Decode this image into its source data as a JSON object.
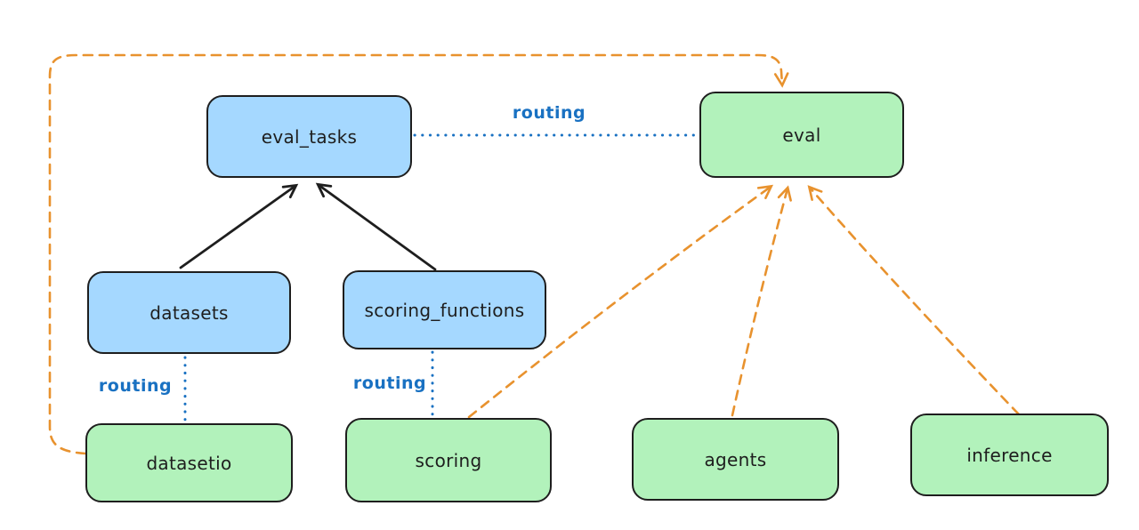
{
  "diagram": {
    "nodes": [
      {
        "id": "eval_tasks",
        "label": "eval_tasks",
        "fill": "blue"
      },
      {
        "id": "eval",
        "label": "eval",
        "fill": "green"
      },
      {
        "id": "datasets",
        "label": "datasets",
        "fill": "blue"
      },
      {
        "id": "scoring_functions",
        "label": "scoring_functions",
        "fill": "blue"
      },
      {
        "id": "datasetio",
        "label": "datasetio",
        "fill": "green"
      },
      {
        "id": "scoring",
        "label": "scoring",
        "fill": "green"
      },
      {
        "id": "agents",
        "label": "agents",
        "fill": "green"
      },
      {
        "id": "inference",
        "label": "inference",
        "fill": "green"
      }
    ],
    "edges": [
      {
        "from": "datasets",
        "to": "eval_tasks",
        "style": "solid-black-arrow",
        "label": ""
      },
      {
        "from": "scoring_functions",
        "to": "eval_tasks",
        "style": "solid-black-arrow",
        "label": ""
      },
      {
        "from": "eval_tasks",
        "to": "eval",
        "style": "dotted-blue",
        "label": "routing"
      },
      {
        "from": "datasets",
        "to": "datasetio",
        "style": "dotted-blue",
        "label": "routing"
      },
      {
        "from": "scoring_functions",
        "to": "scoring",
        "style": "dotted-blue",
        "label": "routing"
      },
      {
        "from": "datasetio",
        "to": "eval",
        "style": "dashed-orange-arrow",
        "label": ""
      },
      {
        "from": "scoring",
        "to": "eval",
        "style": "dashed-orange-arrow",
        "label": ""
      },
      {
        "from": "agents",
        "to": "eval",
        "style": "dashed-orange-arrow",
        "label": ""
      },
      {
        "from": "inference",
        "to": "eval",
        "style": "dashed-orange-arrow",
        "label": ""
      }
    ],
    "colors": {
      "registry_fill": "#a5d8ff",
      "provider_fill": "#b2f2bb",
      "node_stroke": "#1e1e1e",
      "routing_blue": "#1971c2",
      "provider_orange": "#e8922e",
      "bg": "#ffffff"
    }
  }
}
